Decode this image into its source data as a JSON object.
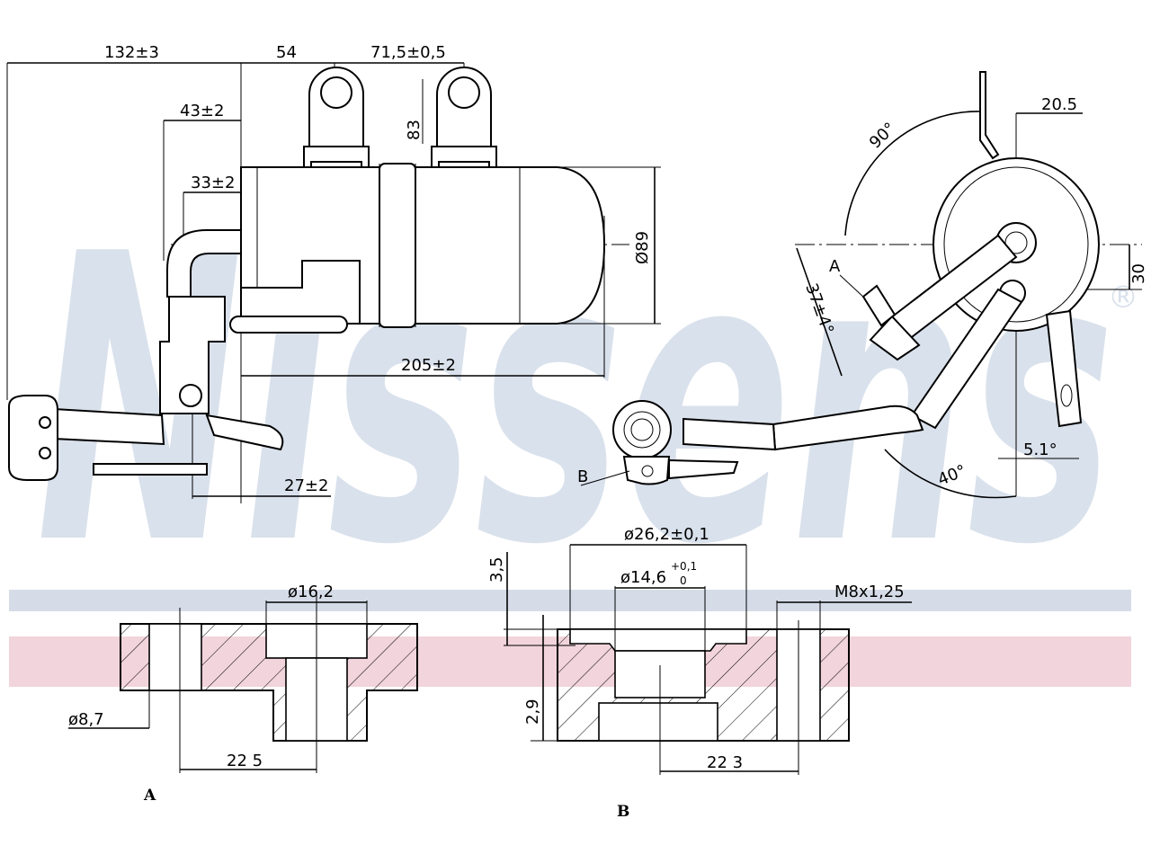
{
  "watermark": {
    "brand": "Nissens",
    "registered": "®",
    "color": "#d9e1ec",
    "band_blue": "#d5dce8",
    "band_pink": "#f2d4dc"
  },
  "side_view": {
    "dim_overall": "132±3",
    "dim_54": "54",
    "dim_71_5": "71,5±0,5",
    "dim_83": "83",
    "dim_43": "43±2",
    "dim_33": "33±2",
    "dim_dia89": "Ø89",
    "dim_205": "205±2",
    "dim_27": "27±2"
  },
  "end_view": {
    "angle_90": "90°",
    "dim_20_5": "20.5",
    "dim_30": "30",
    "angle_37": "37±4°",
    "label_a": "A",
    "label_b": "B",
    "angle_5_1": "5.1°",
    "angle_40": "40°"
  },
  "section_a": {
    "title": "A",
    "dim_dia16_2": "ø16,2",
    "dim_dia8_7": "ø8,7",
    "dim_22_5": "22 5"
  },
  "section_b": {
    "title": "B",
    "dim_dia26_2": "ø26,2±0,1",
    "dim_dia14_6": "ø14,6",
    "tol_upper": "+0,1",
    "tol_lower": "0",
    "dim_3_5": "3,5",
    "dim_thread": "M8x1,25",
    "dim_2_9": "2,9",
    "dim_22_3": "22 3"
  }
}
